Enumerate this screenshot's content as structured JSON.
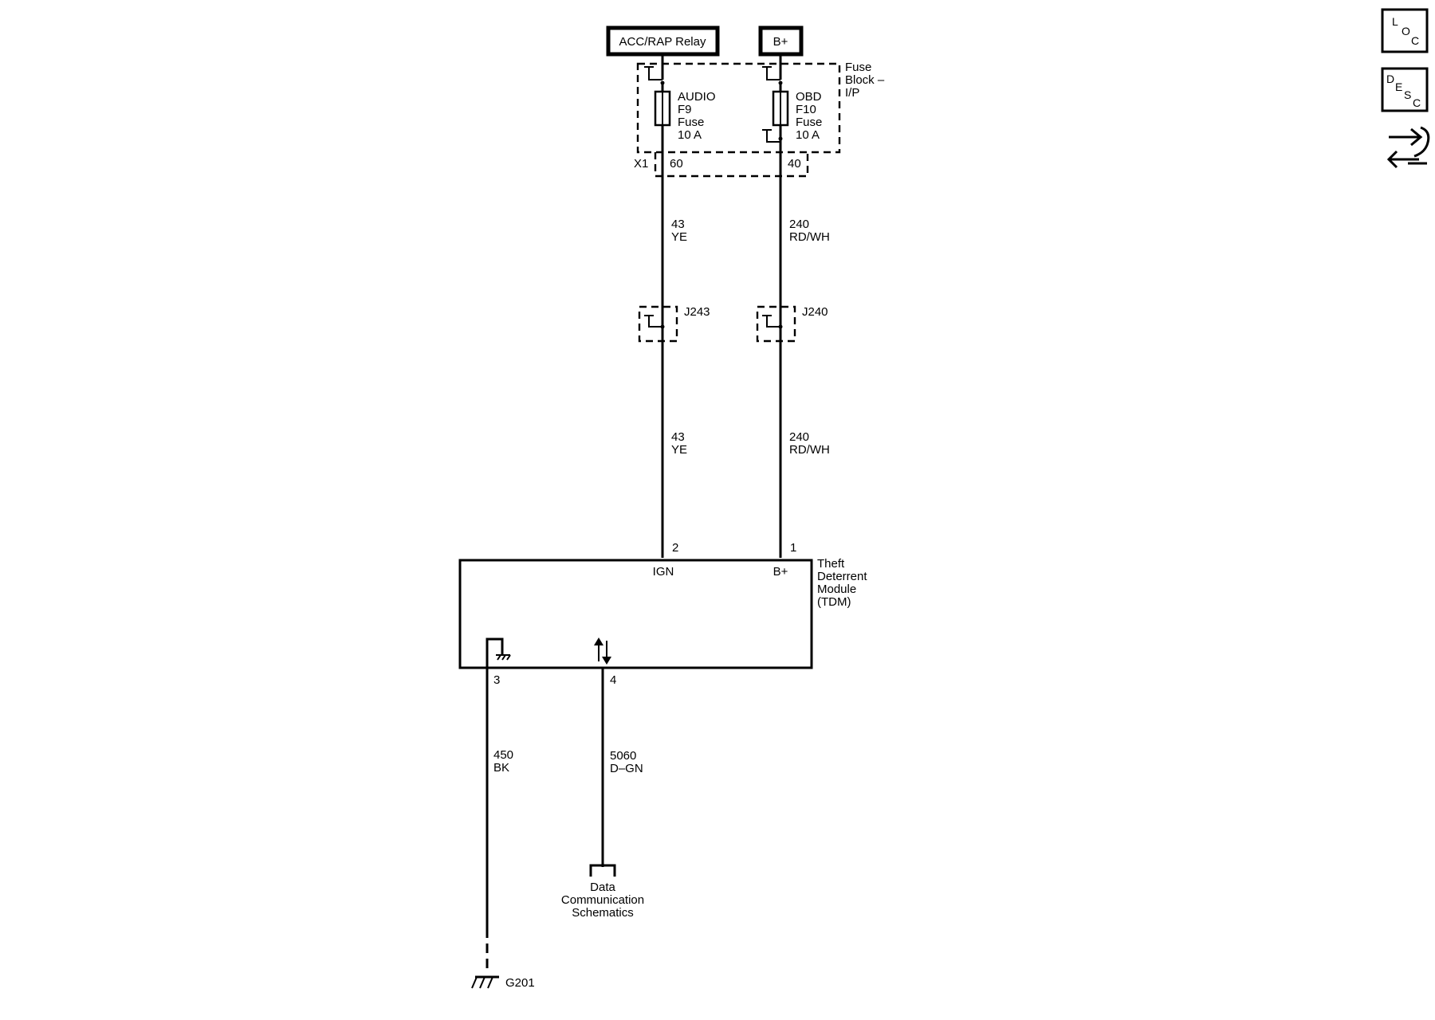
{
  "sources": {
    "acc_relay": "ACC/RAP Relay",
    "bplus": "B+"
  },
  "fuse_block": {
    "label": [
      "Fuse",
      "Block –",
      "I/P"
    ],
    "connector": "X1",
    "fuse_audio": [
      "AUDIO",
      "F9",
      "Fuse",
      "10 A"
    ],
    "fuse_obd": [
      "OBD",
      "F10",
      "Fuse",
      "10 A"
    ],
    "pin_audio": "60",
    "pin_obd": "40"
  },
  "wires": {
    "ign_upper": [
      "43",
      "YE"
    ],
    "bplus_upper": [
      "240",
      "RD/WH"
    ],
    "ign_lower": [
      "43",
      "YE"
    ],
    "bplus_lower": [
      "240",
      "RD/WH"
    ],
    "ground": [
      "450",
      "BK"
    ],
    "data": [
      "5060",
      "D–GN"
    ]
  },
  "splices": {
    "left": "J243",
    "right": "J240"
  },
  "module": {
    "name": [
      "Theft",
      "Deterrent",
      "Module",
      "(TDM)"
    ],
    "pin_ign": "2",
    "pin_bplus": "1",
    "label_ign": "IGN",
    "label_bplus": "B+",
    "pin_ground": "3",
    "pin_data": "4"
  },
  "data_link": [
    "Data",
    "Communication",
    "Schematics"
  ],
  "ground_ref": "G201",
  "side_icons": [
    {
      "name": "loc-icon",
      "letters": [
        "L",
        "O",
        "C"
      ]
    },
    {
      "name": "desc-icon",
      "letters": [
        "D",
        "E",
        "S",
        "C"
      ]
    },
    {
      "name": "connector-icon"
    }
  ]
}
